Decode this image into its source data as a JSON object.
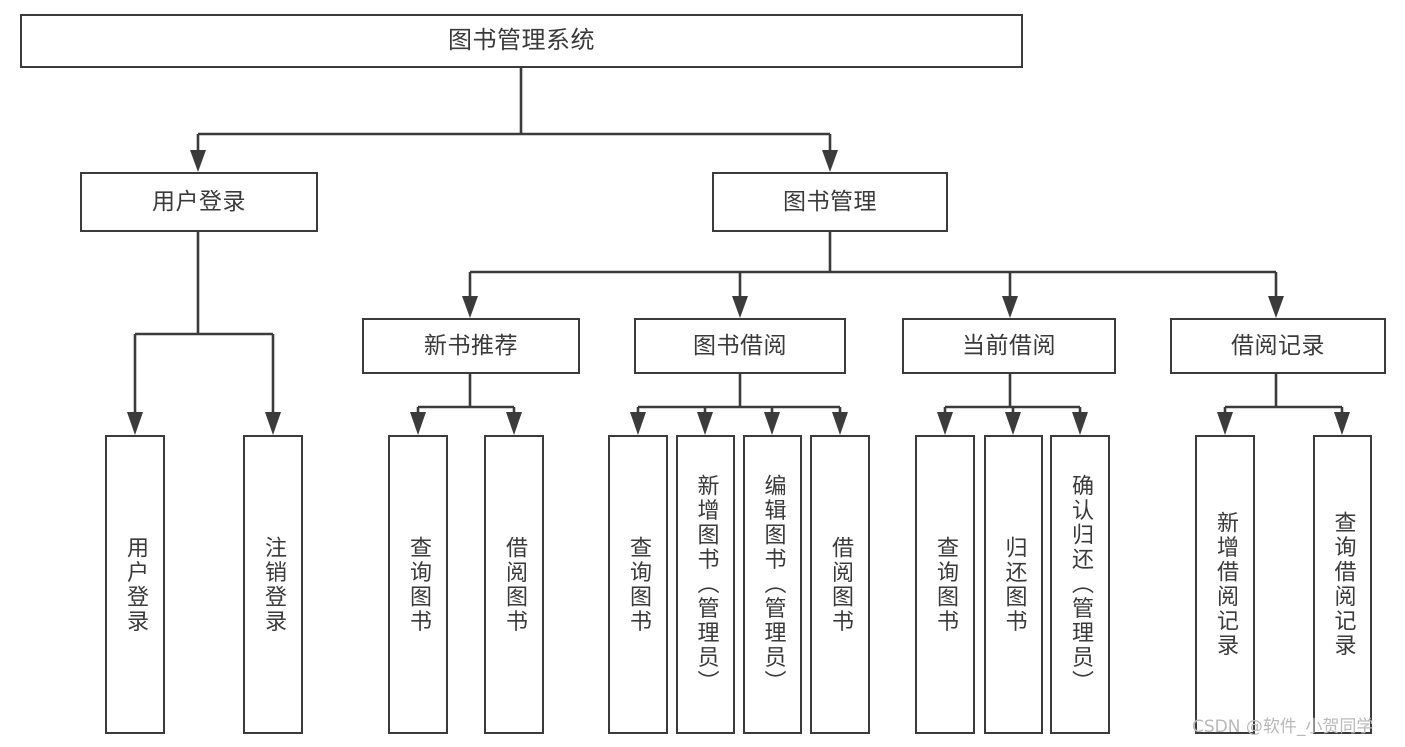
{
  "diagram": {
    "title": "图书管理系统",
    "type": "tree-hierarchy-chart",
    "watermark": "CSDN @软件_小贺同学",
    "colors": {
      "background": "#ffffff",
      "border": "#3b3b3b",
      "text": "#3a3a3a",
      "watermark": "#b9b9b9"
    }
  },
  "nodes": {
    "root": {
      "label": "图书管理系统"
    },
    "level1": [
      {
        "label": "用户登录"
      },
      {
        "label": "图书管理"
      }
    ],
    "level2": [
      {
        "label": "新书推荐"
      },
      {
        "label": "图书借阅"
      },
      {
        "label": "当前借阅"
      },
      {
        "label": "借阅记录"
      }
    ],
    "leaves": {
      "user_login": [
        {
          "label": "用户登录"
        },
        {
          "label": "注销登录"
        }
      ],
      "new_book_recommend": [
        {
          "label": "查询图书"
        },
        {
          "label": "借阅图书"
        }
      ],
      "book_borrow": [
        {
          "label": "查询图书"
        },
        {
          "label": "新增图书（管理员）"
        },
        {
          "label": "编辑图书（管理员）"
        },
        {
          "label": "借阅图书"
        }
      ],
      "current_borrow": [
        {
          "label": "查询图书"
        },
        {
          "label": "归还图书"
        },
        {
          "label": "确认归还（管理员）"
        }
      ],
      "borrow_record": [
        {
          "label": "新增借阅记录"
        },
        {
          "label": "查询借阅记录"
        }
      ]
    }
  }
}
